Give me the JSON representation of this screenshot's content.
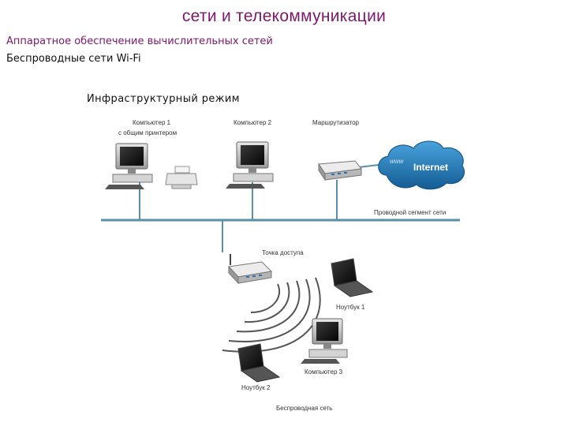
{
  "header": {
    "title": "сети и телекоммуникации",
    "subtitle1": "Аппаратное обеспечение вычислительных сетей",
    "subtitle2": "Беспроводные сети Wi-Fi",
    "mode": "Инфраструктурный режим"
  },
  "diagram": {
    "computer1_line1": "Компьютер 1",
    "computer1_line2": "с общим принтером",
    "computer2": "Компьютер 2",
    "router": "Маршрутизатор",
    "cloud_www": "www",
    "cloud_internet": "Internet",
    "wired_segment": "Проводной сегмент сети",
    "access_point": "Точка доступа",
    "laptop1": "Ноутбук 1",
    "laptop2": "Ноутбук 2",
    "computer3": "Компьютер 3",
    "wireless_network": "Беспроводная сеть"
  },
  "colors": {
    "title": "#7a1a6a",
    "network_line": "#5a8fa8",
    "cloud": "#1e6fa8"
  }
}
